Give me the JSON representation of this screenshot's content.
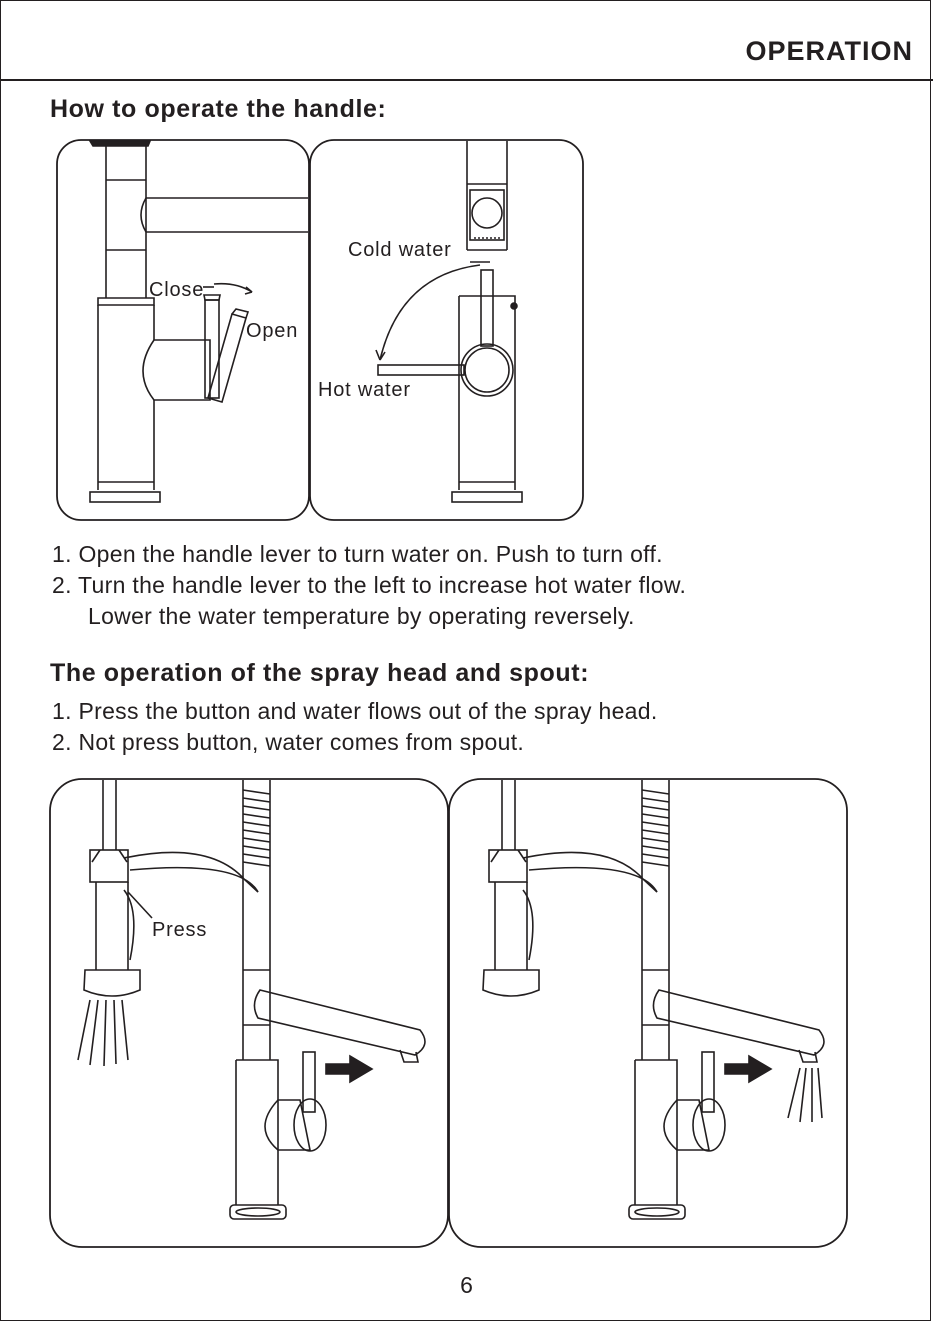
{
  "header": {
    "title": "OPERATION"
  },
  "handle_section": {
    "heading": "How to operate the handle:",
    "figure_left": {
      "close_label": "Close",
      "open_label": "Open"
    },
    "figure_right": {
      "cold_label": "Cold water",
      "hot_label": "Hot water"
    },
    "instructions": [
      "1. Open the handle lever to turn water on. Push to turn off.",
      "2. Turn the handle lever to the left to increase hot water flow.",
      "Lower the water temperature by operating reversely."
    ]
  },
  "spray_section": {
    "heading": "The operation of the spray head and spout:",
    "instructions": [
      "1. Press the button and water flows out of the spray head.",
      "2. Not press button, water comes from spout."
    ],
    "figure_left": {
      "press_label": "Press"
    }
  },
  "footer": {
    "page_number": "6"
  }
}
